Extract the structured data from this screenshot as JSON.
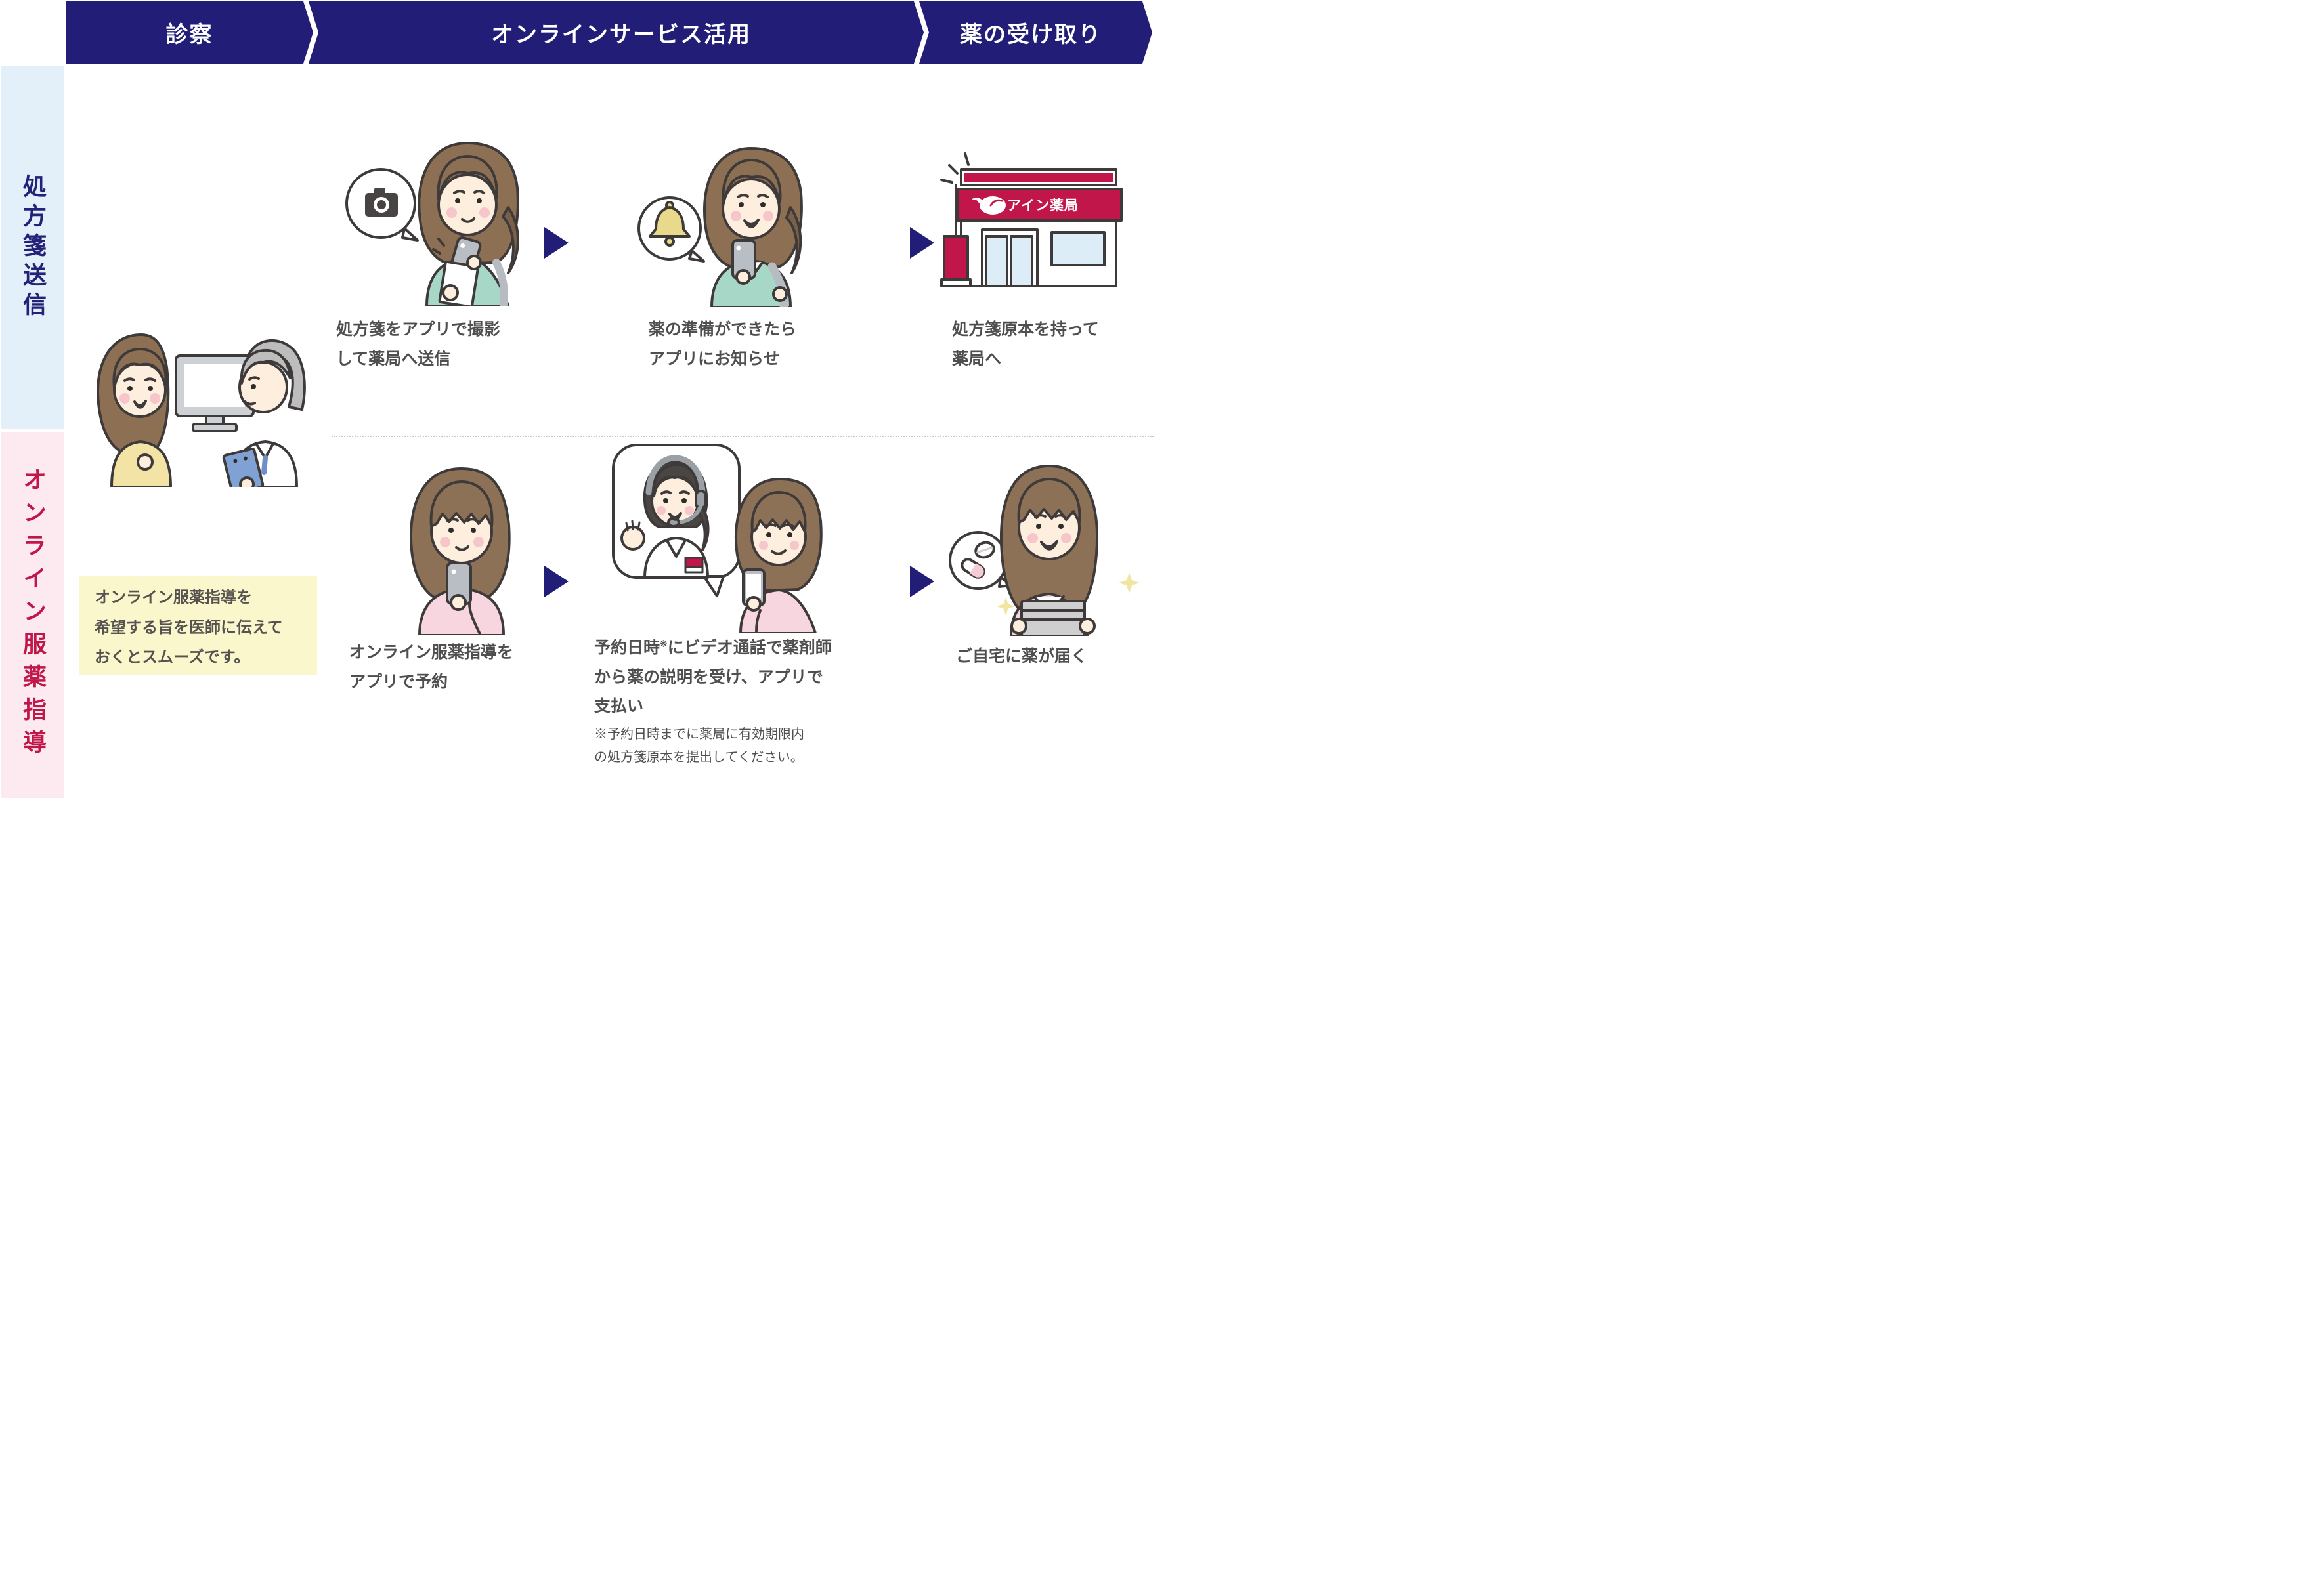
{
  "colors": {
    "header_navy": "#221e78",
    "arrow_navy": "#221e78",
    "sidebar_blue_bg": "#e3f0fa",
    "sidebar_blue_text": "#232178",
    "sidebar_pink_bg": "#fdeaf1",
    "sidebar_pink_text": "#c1164a",
    "note_yellow_bg": "#fbf7cc",
    "caption_gray": "#4f4f4f",
    "pharmacy_crimson": "#c1164a",
    "teal_clothes": "#a7d7c6",
    "pink_clothes": "#f8d6df"
  },
  "header": {
    "steps": [
      {
        "label": "診察"
      },
      {
        "label": "オンラインサービス活用"
      },
      {
        "label": "薬の受け取り"
      }
    ]
  },
  "sidebar": {
    "top": {
      "label": "処方箋送信"
    },
    "bottom": {
      "label": "オンライン服薬指導"
    }
  },
  "consult_note": {
    "lines": [
      "オンライン服薬指導を",
      "希望する旨を医師に伝えて",
      "おくとスムーズです。"
    ]
  },
  "pharmacy": {
    "sign": "アイン薬局"
  },
  "icons": {
    "row1_step1_bubble": "camera-icon",
    "row1_step2_bubble": "bell-icon",
    "row2_step3_bubble": "pills-icon",
    "pharmacy_logo": "bird-logo-icon",
    "step_arrows": "arrow-right-icon",
    "delivery_decoration": "sparkle-icon"
  },
  "row1": {
    "steps": [
      {
        "bubble_icon": "camera-icon",
        "caption_lines": [
          "処方箋をアプリで撮影",
          "して薬局へ送信"
        ]
      },
      {
        "bubble_icon": "bell-icon",
        "caption_lines": [
          "薬の準備ができたら",
          "アプリにお知らせ"
        ]
      },
      {
        "caption_lines": [
          "処方箋原本を持って",
          "薬局へ"
        ]
      }
    ]
  },
  "row2": {
    "steps": [
      {
        "caption_lines": [
          "オンライン服薬指導を",
          "アプリで予約"
        ]
      },
      {
        "caption": {
          "line1_pre": "予約日時",
          "line1_sup": "※",
          "line1_post": "にビデオ通話で薬剤師",
          "line2": "から薬の説明を受け、アプリで",
          "line3": "支払い"
        },
        "footnote_lines": [
          "※予約日時までに薬局に有効期限内",
          "の処方箋原本を提出してください。"
        ]
      },
      {
        "bubble_icon": "pills-icon",
        "caption_lines": [
          "ご自宅に薬が届く"
        ]
      }
    ]
  }
}
